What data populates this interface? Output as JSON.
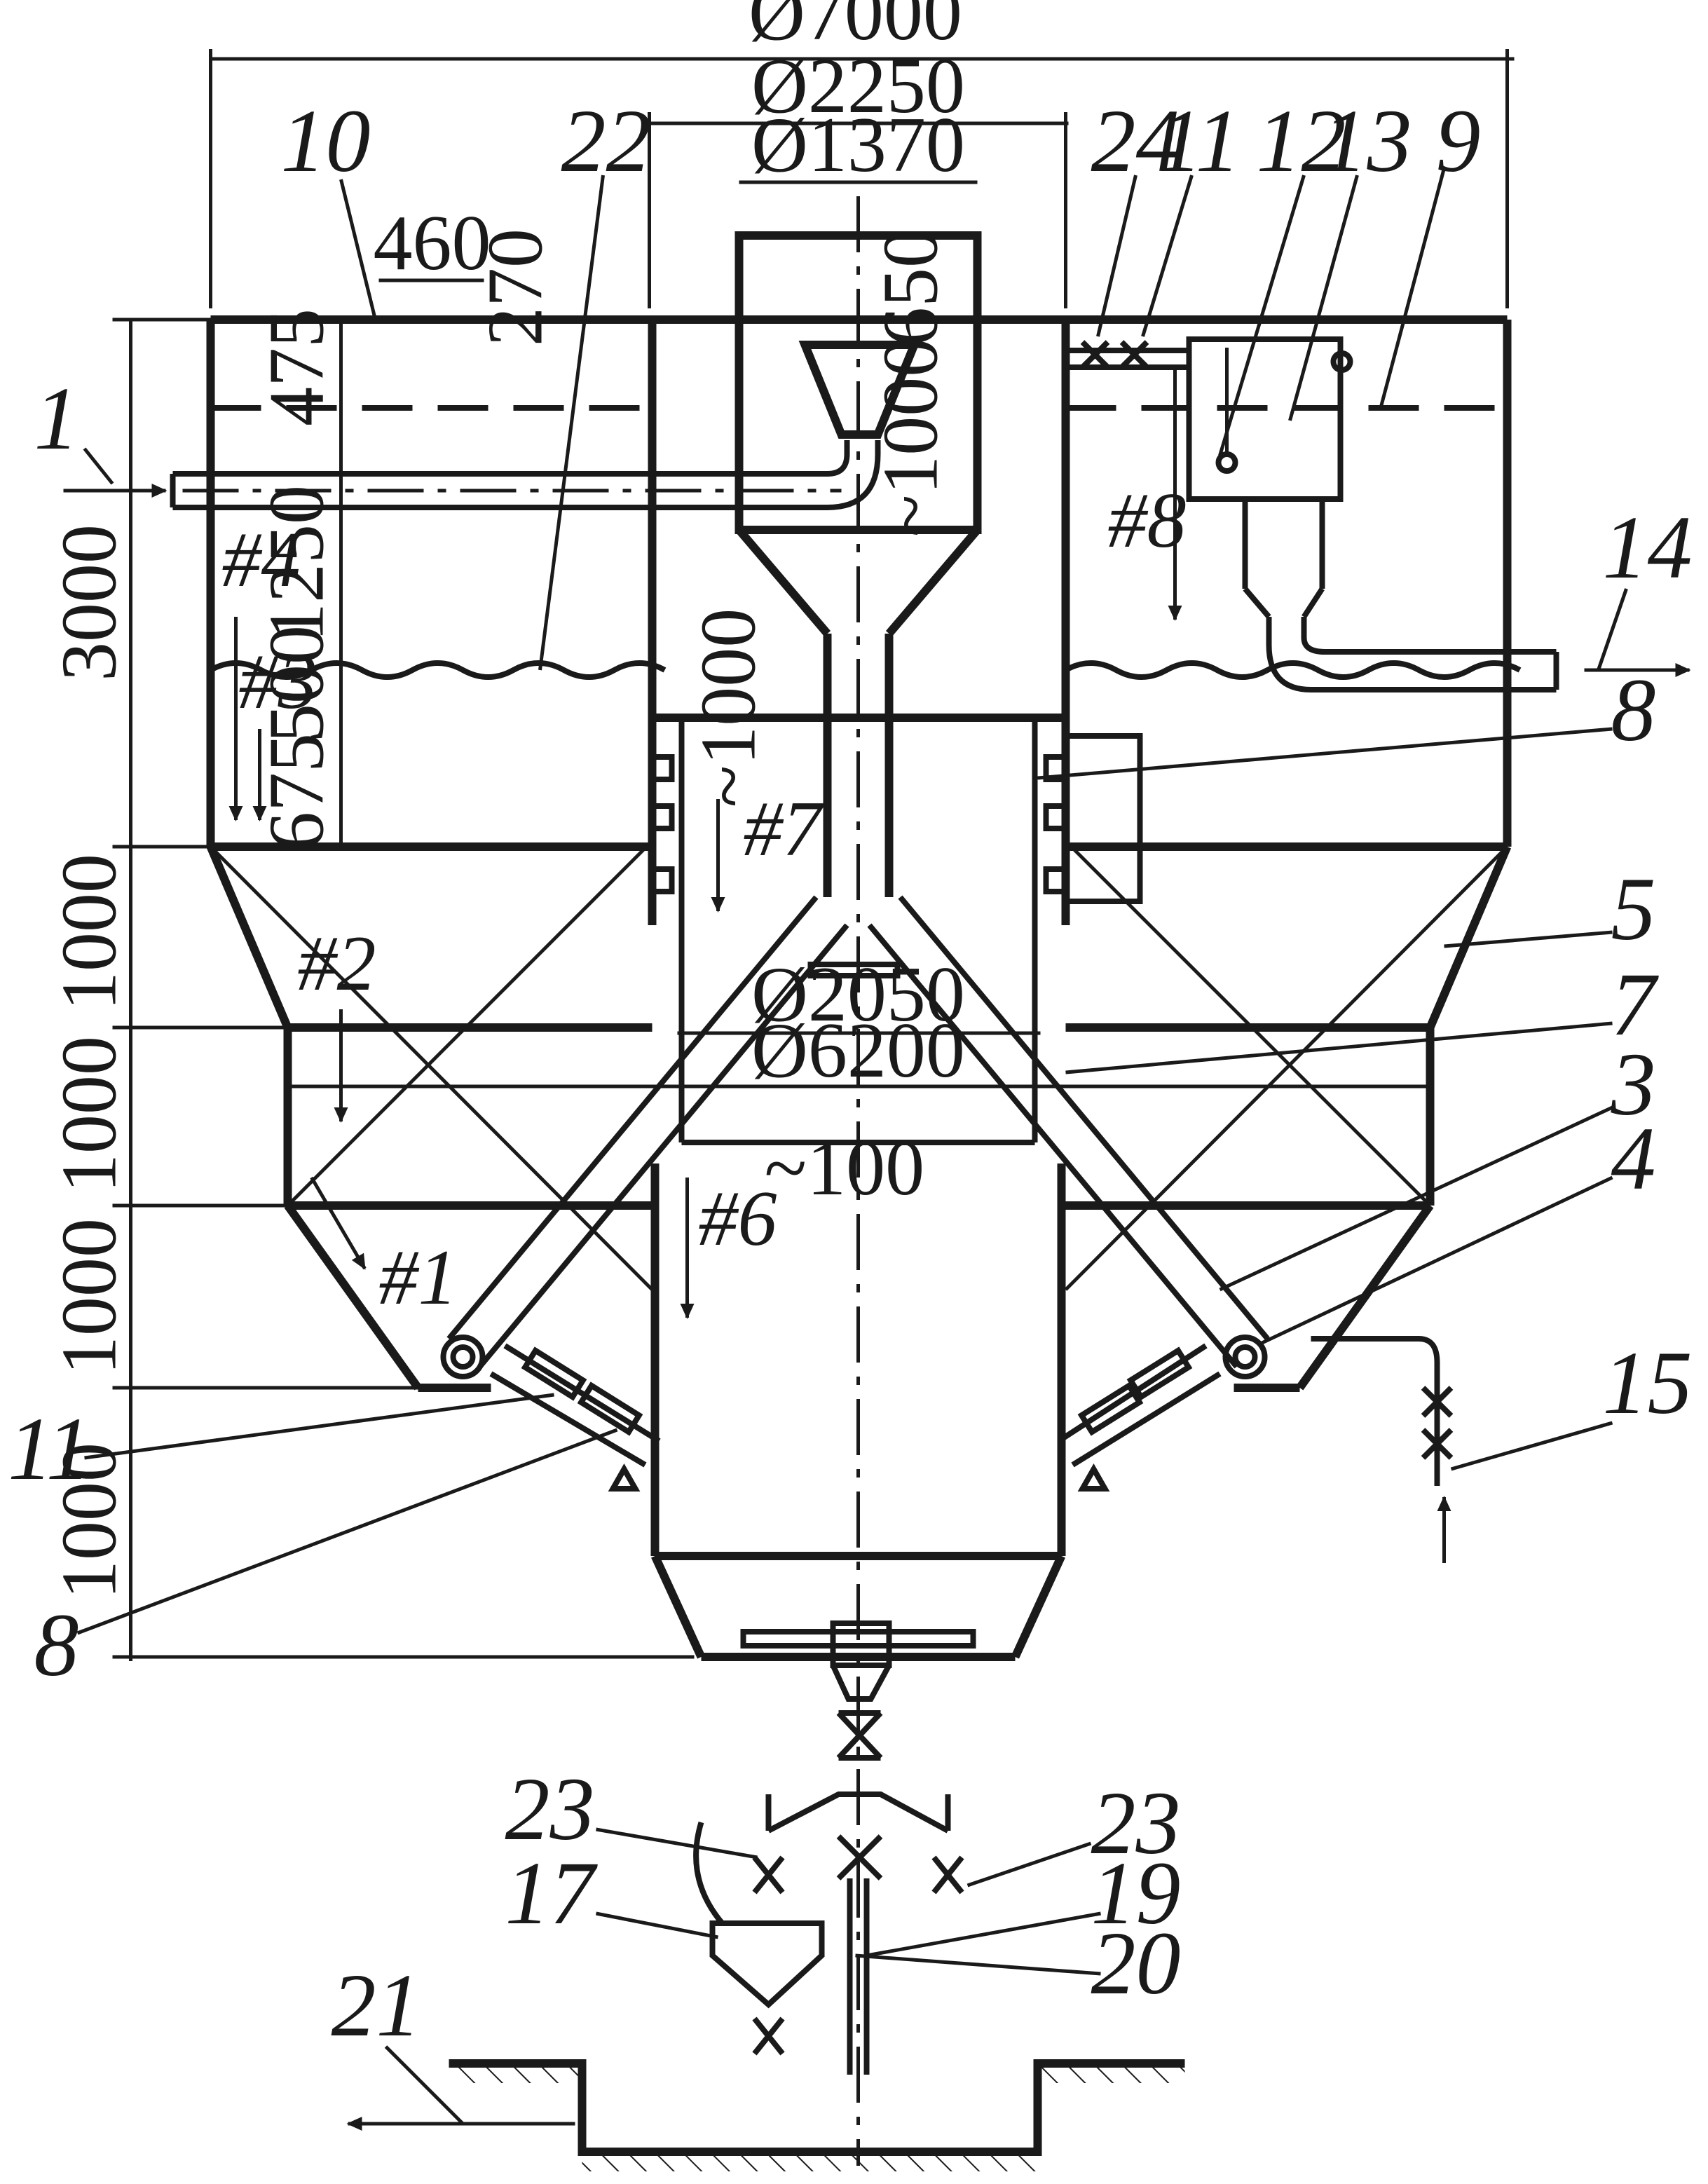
{
  "diameters": {
    "d7000": "Ø7000",
    "d2250": "Ø2250",
    "d1370": "Ø1370",
    "d2050": "Ø2050",
    "d6200": "Ø6200"
  },
  "dimensions": {
    "w460": "460",
    "h270": "270",
    "h475": "475",
    "h650": "650",
    "h1000_feed": "~1000",
    "h1000_tube": "~1000",
    "h1250": "1250",
    "h500": "500",
    "h675": "675",
    "h3000": "3000",
    "h1000_a": "1000",
    "h1000_b": "1000",
    "h1000_c": "1000",
    "h1000_d": "1000",
    "h100": "~100"
  },
  "zones": [
    "#1",
    "#2",
    "#3",
    "#4",
    "#6",
    "#7",
    "#8"
  ],
  "labels": {
    "l1": "1",
    "l3": "3",
    "l4": "4",
    "l5": "5",
    "l7": "7",
    "l8_right": "8",
    "l8_left": "8",
    "l9": "9",
    "l10": "10",
    "l11_top": "11",
    "l11_left": "11",
    "l12": "12",
    "l13": "13",
    "l14": "14",
    "l15": "15",
    "l17": "17",
    "l19": "19",
    "l20": "20",
    "l21": "21",
    "l22": "22",
    "l23_left": "23",
    "l23_right": "23",
    "l24": "24"
  }
}
